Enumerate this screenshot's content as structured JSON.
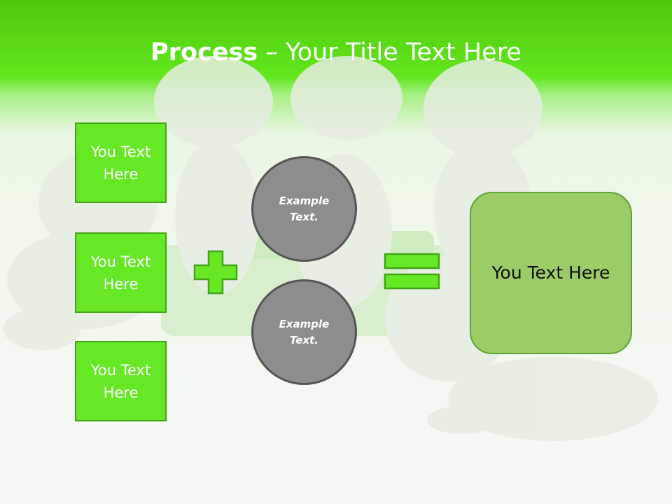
{
  "title": {
    "bold": "Process",
    "rest": " – Your Title Text Here"
  },
  "left_boxes": [
    {
      "label": "You Text Here"
    },
    {
      "label": "You Text Here"
    },
    {
      "label": "You Text Here"
    }
  ],
  "circles": [
    {
      "label": "Example Text."
    },
    {
      "label": "Example Text."
    }
  ],
  "operators": {
    "plus": "plus-icon",
    "equals": "equals-icon"
  },
  "result": {
    "label": "You Text Here"
  },
  "colors": {
    "header_green": "#62e71e",
    "box_fill": "#66e827",
    "box_border": "#43a416",
    "circle_fill": "#8d8d8d",
    "circle_border": "#555555",
    "result_fill": "#9bcc67",
    "result_border": "#60a237"
  }
}
